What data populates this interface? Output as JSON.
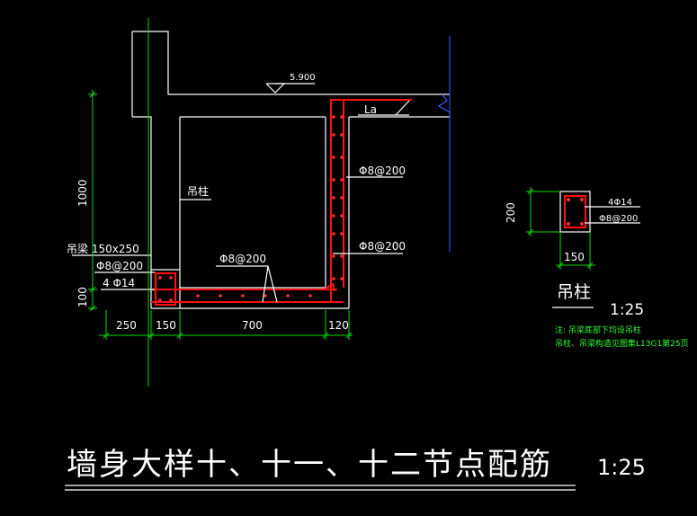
{
  "drawing": {
    "title": "墙身大样十、十一、十二节点配筋",
    "title_scale": "1:25",
    "elevation": "5.900",
    "anchorage": "La",
    "hanger_column_label": "吊柱",
    "hanging_beam_label": "吊梁 150x250",
    "hanging_beam_stirrup": "Φ8@200",
    "hanging_beam_bars": "4 Φ14",
    "wall_rebar_top": "Φ8@200",
    "wall_rebar_bottom": "Φ8@200",
    "slab_rebar": "Φ8@200",
    "dim_height": "1000",
    "dim_slab": "100",
    "dim_bottom": [
      "250",
      "150",
      "700",
      "120"
    ]
  },
  "column_section": {
    "bars": "4Φ14",
    "stirrup": "Φ8@200",
    "dim_width": "150",
    "dim_height": "200",
    "title": "吊柱",
    "scale": "1:25",
    "note_line1": "注: 吊梁底部下均设吊柱",
    "note_line2": "吊柱、吊梁构造见图集L13G1第25页"
  }
}
